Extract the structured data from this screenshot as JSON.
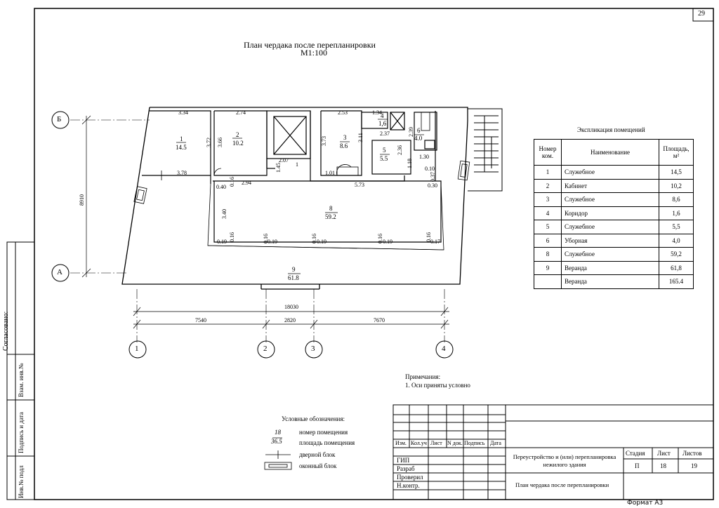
{
  "sheet_number": "29",
  "title_line1": "План чердака после перепланировки",
  "title_line2": "М1:100",
  "axes_letters": [
    "Б",
    "А"
  ],
  "axes_numbers": [
    "1",
    "2",
    "3",
    "4"
  ],
  "overall_height_dim": "8910",
  "overall_width_dim": "18030",
  "span_dims": [
    "7540",
    "2820",
    "7670"
  ],
  "rooms": [
    {
      "num": "1",
      "area": "14.5"
    },
    {
      "num": "2",
      "area": "10.2"
    },
    {
      "num": "3",
      "area": "8.6"
    },
    {
      "num": "4",
      "area": "1,6"
    },
    {
      "num": "5",
      "area": "5.5"
    },
    {
      "num": "6",
      "area": "4.0"
    },
    {
      "num": "8",
      "area": "59.2"
    },
    {
      "num": "9",
      "area": "61.8"
    }
  ],
  "wall_dims": [
    "3.34",
    "2.74",
    "2.53",
    "1.34",
    "3.72",
    "3.66",
    "3.78",
    "1.45",
    "2.07",
    "1",
    "3.73",
    "3.11",
    "2.37",
    "2.39",
    "2.36",
    "1.30",
    "1.18",
    "0.10",
    "0.37",
    "0.30",
    "1.01",
    "5.73",
    "0.40",
    "0.16",
    "2.94",
    "3.40",
    "0.16",
    "0.19",
    "0.16",
    "0.19",
    "0.16",
    "0.19",
    "0.16",
    "0.19",
    "0.16",
    "0.17"
  ],
  "explication": {
    "title": "Экспликация помещений",
    "headers": [
      "Номер ком.",
      "Наименование",
      "Площадь, м²"
    ],
    "rows": [
      [
        "1",
        "Служебное",
        "14,5"
      ],
      [
        "2",
        "Кабинет",
        "10,2"
      ],
      [
        "3",
        "Служебное",
        "8,6"
      ],
      [
        "4",
        "Коридор",
        "1,6"
      ],
      [
        "5",
        "Служебное",
        "5,5"
      ],
      [
        "6",
        "Уборная",
        "4,0"
      ],
      [
        "8",
        "Служебное",
        "59,2"
      ],
      [
        "9",
        "Веранда",
        "61,8"
      ],
      [
        "",
        "Веранда",
        "165.4"
      ]
    ]
  },
  "notes": {
    "title": "Примечания:",
    "item": "1.     Оси приняты условно"
  },
  "legend": {
    "title": "Условные обозначения:",
    "sample_num": "18",
    "sample_area": "36.5",
    "items": [
      "номер помещения",
      "площадь помещения",
      "дверной блок",
      "оконный блок"
    ]
  },
  "side_stamp": [
    "Согласовано:",
    "Взам. инв.№",
    "Подпись и дата",
    "Инв.№ подл"
  ],
  "title_block": {
    "headers": [
      "Изм.",
      "Кол.уч",
      "Лист",
      "N док.",
      "Подпись",
      "Дата"
    ],
    "roles": [
      "ГИП",
      "Разраб",
      "Проверил",
      "Н.контр."
    ],
    "project": "Переустройство и (или) перепланировка нежилого здания",
    "sheet_title": "План чердака после перепланировки",
    "stage_label": "Стадия",
    "sheet_label": "Лист",
    "sheets_label": "Листов",
    "stage": "П",
    "sheet": "18",
    "sheets": "19"
  },
  "format_label": "Формат А3"
}
